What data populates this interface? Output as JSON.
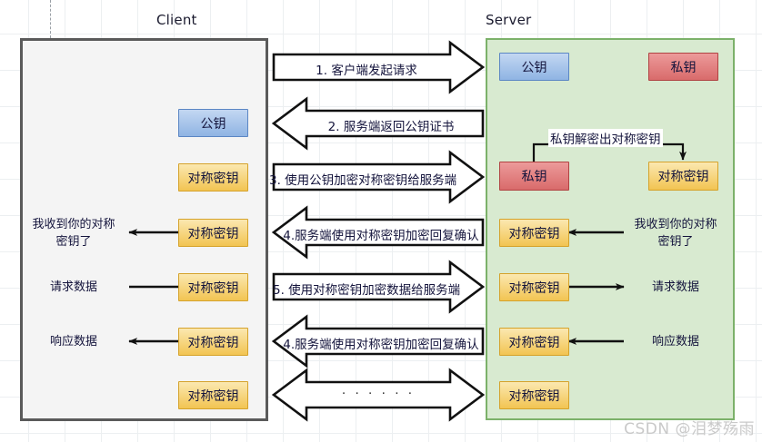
{
  "lanes": {
    "client_title": "Client",
    "server_title": "Server"
  },
  "client": {
    "boxes": [
      {
        "label": "公钥",
        "kind": "public"
      },
      {
        "label": "对称密钥",
        "kind": "symmetric"
      },
      {
        "label": "对称密钥",
        "kind": "symmetric"
      },
      {
        "label": "对称密钥",
        "kind": "symmetric"
      },
      {
        "label": "对称密钥",
        "kind": "symmetric"
      },
      {
        "label": "对称密钥",
        "kind": "symmetric"
      }
    ],
    "notes": [
      "我收到你的对称\n密钥了",
      "请求数据",
      "响应数据"
    ]
  },
  "server": {
    "boxes": [
      {
        "label": "公钥",
        "kind": "public"
      },
      {
        "label": "私钥",
        "kind": "private"
      },
      {
        "label": "私钥",
        "kind": "private"
      },
      {
        "label": "对称密钥",
        "kind": "symmetric"
      },
      {
        "label": "对称密钥",
        "kind": "symmetric"
      },
      {
        "label": "对称密钥",
        "kind": "symmetric"
      },
      {
        "label": "对称密钥",
        "kind": "symmetric"
      },
      {
        "label": "对称密钥",
        "kind": "symmetric"
      }
    ],
    "decrypt_label": "私钥解密出对称密钥",
    "notes": [
      "我收到你的对称\n密钥了",
      "请求数据",
      "响应数据"
    ]
  },
  "messages": [
    {
      "text": "1. 客户端发起请求",
      "direction": "right"
    },
    {
      "text": "2. 服务端返回公钥证书",
      "direction": "left"
    },
    {
      "text": "3. 使用公钥加密对称密钥给服务端",
      "direction": "right"
    },
    {
      "text": "4.服务端使用对称密钥加密回复确认",
      "direction": "left"
    },
    {
      "text": "5. 使用对称密钥加密数据给服务端",
      "direction": "right"
    },
    {
      "text": "4.服务端使用对称密钥加密回复确认",
      "direction": "left"
    },
    {
      "text": "· · · · · ·",
      "direction": "both"
    }
  ],
  "watermark": "CSDN @泪梦殇雨",
  "colors": {
    "public_fill": "#8fb4e3",
    "private_fill": "#d96b6b",
    "symmetric_fill": "#f2c452",
    "server_panel": "#d8ead0",
    "client_panel": "#f4f4f4",
    "grid": "#eceff1"
  }
}
